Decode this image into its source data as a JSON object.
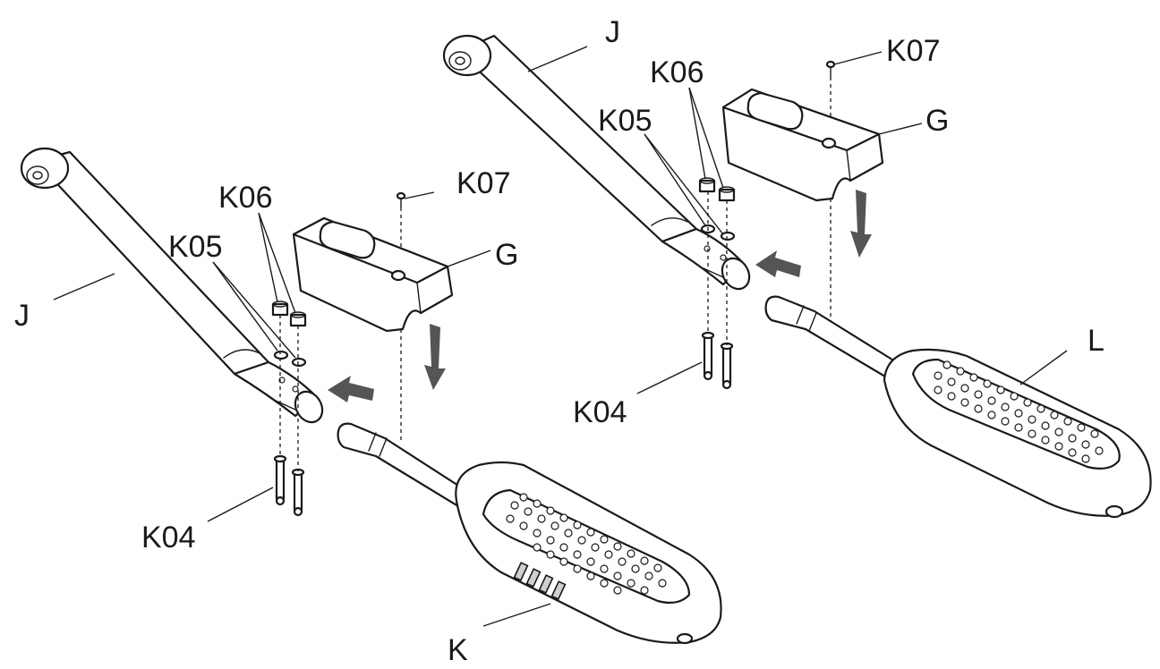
{
  "figure": {
    "left_assembly": {
      "labels": {
        "tube": "J",
        "cover": "G",
        "pedal": "K",
        "bolt": "K04",
        "washer": "K05",
        "nut": "K06",
        "screw": "K07"
      }
    },
    "right_assembly": {
      "labels": {
        "tube": "J",
        "cover": "G",
        "pedal": "L",
        "bolt": "K04",
        "washer": "K05",
        "nut": "K06",
        "screw": "K07"
      }
    },
    "colors": {
      "line": "#1a1a1a",
      "arrow": "#555555",
      "background": "#ffffff"
    }
  }
}
